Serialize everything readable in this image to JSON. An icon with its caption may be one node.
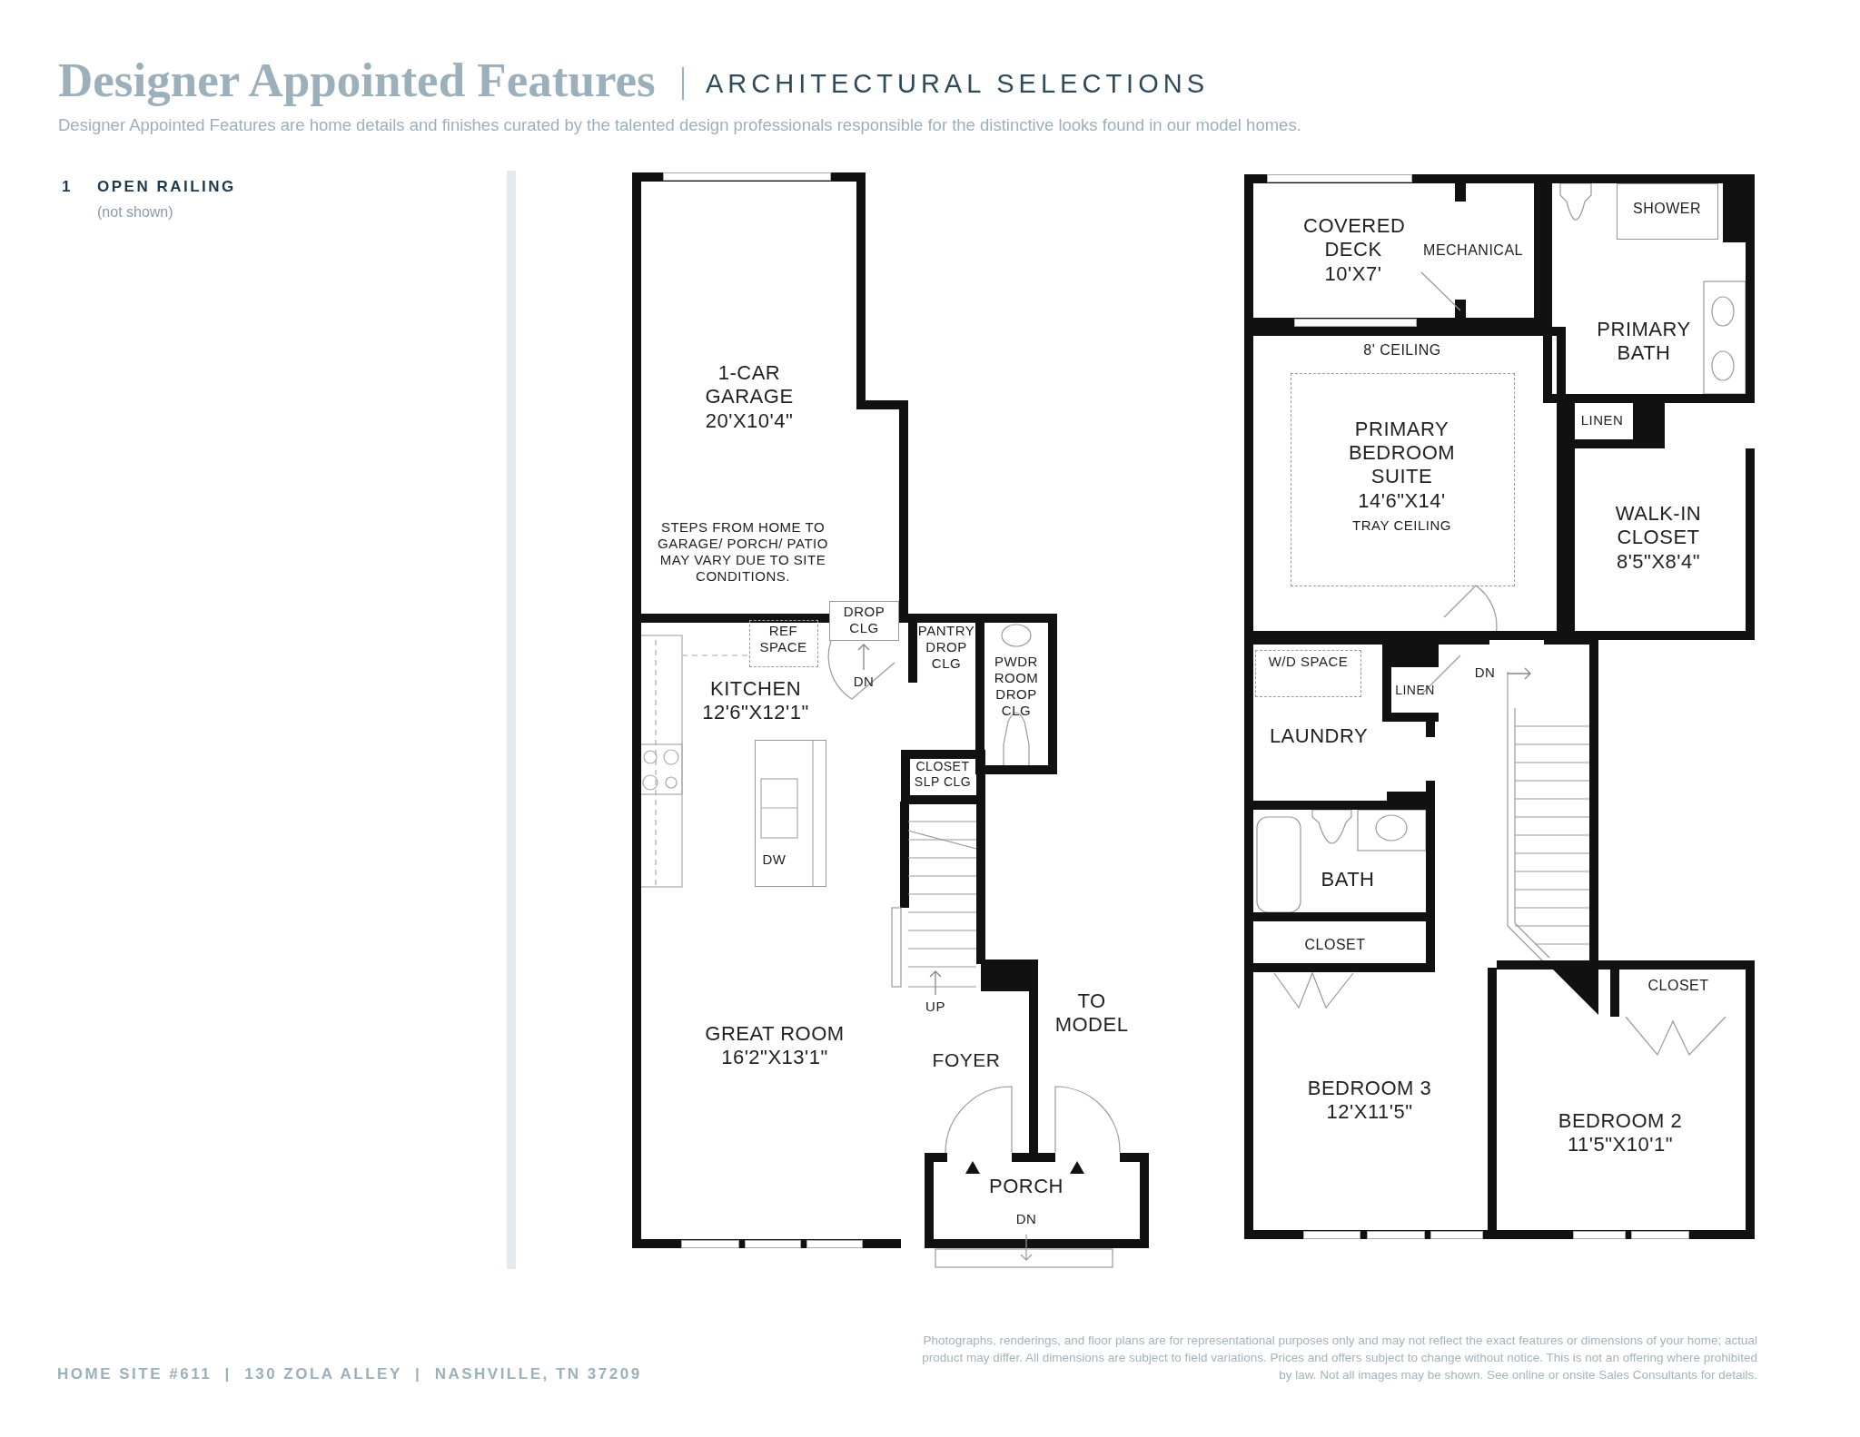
{
  "diagram": {
    "title": "Designer Appointed Features",
    "nodes": [
      {
        "text": [
          "1-CAR GARAGE 20'X10'4\"",
          "STEPS FROM HOME TO GARAGE/ PORCH/ PATIO MAY VARY DUE TO SITE CONDITIONS."
        ]
      },
      {
        "text": [
          "DROP CLG"
        ]
      },
      {
        "text": [
          "KITCHEN 12'6\"X12'1\"",
          "GREAT ROOM 16'2\"X13'1\""
        ]
      },
      {
        "text": [
          "REF SPACE"
        ],
        "in": 2
      },
      {
        "text": [
          "DW"
        ],
        "in": 2
      },
      {
        "text": [
          "PANTRY DROP CLG"
        ]
      },
      {
        "text": [
          "PWDR ROOM DROP CLG"
        ]
      },
      {
        "text": [
          "CLOSET SLP CLG"
        ]
      },
      {
        "text": [
          "FOYER"
        ]
      },
      {
        "text": [
          "PORCH",
          "DN"
        ]
      },
      {
        "text": [
          "COVERED DECK 10'X7'"
        ]
      },
      {
        "text": [
          "MECHANICAL"
        ]
      },
      {
        "text": [
          "PRIMARY BATH"
        ]
      },
      {
        "text": [
          "SHOWER"
        ],
        "in": 12
      },
      {
        "text": [
          "8' CEILING"
        ]
      },
      {
        "text": [
          "PRIMARY BEDROOM SUITE 14'6\"X14'",
          "TRAY CEILING"
        ],
        "in": 14
      },
      {
        "text": [
          "LINEN"
        ]
      },
      {
        "text": [
          "WALK-IN CLOSET 8'5\"X8'4\""
        ]
      },
      {
        "text": [
          "LAUNDRY"
        ]
      },
      {
        "text": [
          "W/D SPACE"
        ],
        "in": 18
      },
      {
        "text": [
          "LINEN"
        ]
      },
      {
        "text": [
          "BATH"
        ]
      },
      {
        "text": [
          "CLOSET"
        ]
      },
      {
        "text": [
          "BEDROOM 3 12'X11'5\""
        ]
      },
      {
        "text": [
          "BEDROOM 2 11'5\"X10'1\""
        ]
      },
      {
        "text": [
          "CLOSET"
        ],
        "in": 24
      }
    ],
    "edges": [],
    "labels": [
      "ARCHITECTURAL SELECTIONS",
      "Designer Appointed Features are home details and finishes curated by the talented design professionals responsible for the distinctive looks found in our model homes.",
      "1",
      "OPEN RAILING",
      "(not shown)",
      "DN",
      "UP",
      "TO MODEL",
      "DN",
      "HOME SITE #611  |  130 ZOLA ALLEY  |  NASHVILLE, TN 37209",
      "Photographs, renderings, and floor plans are for representational purposes only and may not reflect the exact features or dimensions of your home; actual product may differ. All dimensions are subject to field variations. Prices and offers subject to change without notice. This is not an offering where prohibited by law. Not all images may be shown. See online or onsite Sales Consultants for details."
    ]
  }
}
